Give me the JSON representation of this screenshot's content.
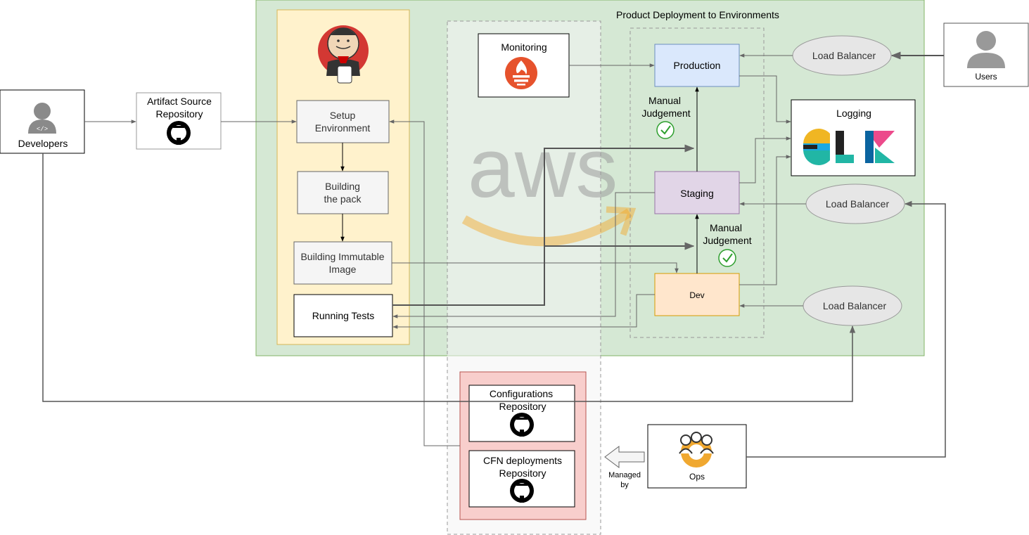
{
  "title": "Product Deployment to Environments",
  "actors": {
    "developers": "Developers",
    "users": "Users",
    "ops": "Ops"
  },
  "artifact_repo": [
    "Artifact Source",
    "Repository"
  ],
  "pipeline": {
    "setup": [
      "Setup",
      "Environment"
    ],
    "build_pack": [
      "Building",
      "the pack"
    ],
    "build_image": [
      "Building Immutable",
      "Image"
    ],
    "tests": "Running Tests"
  },
  "monitoring": "Monitoring",
  "logging": "Logging",
  "environments": {
    "production": "Production",
    "staging": "Staging",
    "dev": "Dev"
  },
  "judgement_top": [
    "Manual",
    "Judgement"
  ],
  "judgement_bottom": [
    "Manual",
    "Judgement"
  ],
  "load_balancers": [
    "Load Balancer",
    "Load Balancer",
    "Load Balancer"
  ],
  "repos": {
    "config": [
      "Configurations",
      "Repository"
    ],
    "cfn": [
      "CFN deployments",
      "Repository"
    ]
  },
  "managed_by": [
    "Managed",
    "by"
  ],
  "logos": {
    "aws": "aws",
    "elk": "ELK"
  },
  "colors": {
    "region_green": "#d5e8d4",
    "region_green_border": "#82b366",
    "jenkins_panel": "#fff2cc",
    "jenkins_border": "#d6b656",
    "production_fill": "#dae8fc",
    "production_border": "#6c8ebf",
    "staging_fill": "#e1d5e7",
    "staging_border": "#9673a6",
    "dev_fill": "#ffe6cc",
    "dev_border": "#d79b00",
    "repo_panel_fill": "#f8cecc",
    "repo_panel_border": "#b85450",
    "prometheus": "#e6522c",
    "check": "#2e9f2e"
  }
}
